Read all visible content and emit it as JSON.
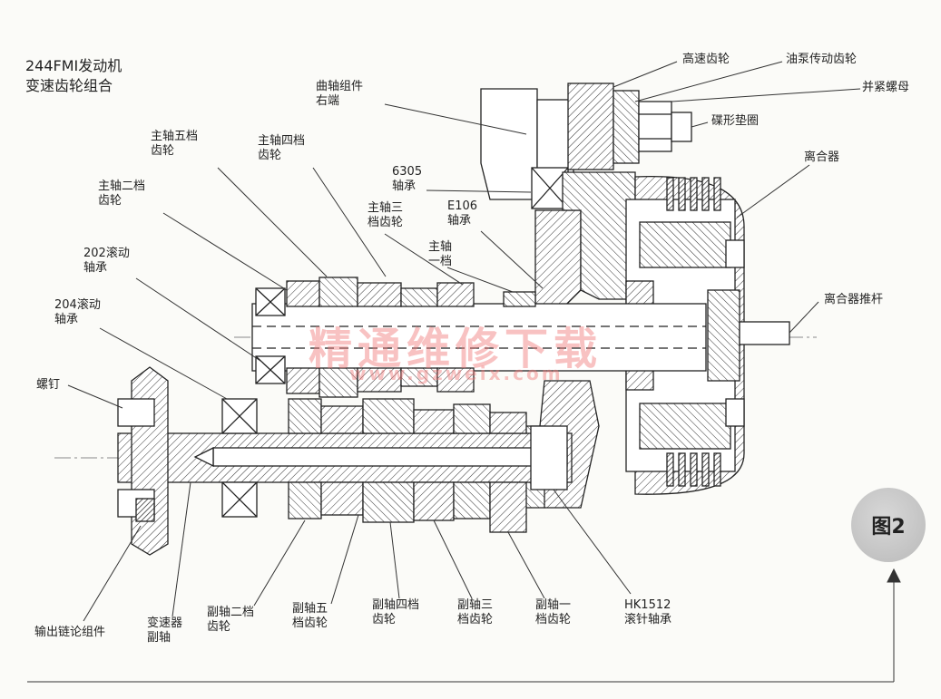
{
  "title": [
    "244FMI发动机",
    "变速齿轮组合"
  ],
  "figure_badge": "图2",
  "watermark": {
    "main": "精通维修下载",
    "url": "www.gzweix.com"
  },
  "labels": [
    {
      "id": "crank-right",
      "lines": [
        "曲轴组件",
        "右端"
      ]
    },
    {
      "id": "high-speed-gear",
      "lines": [
        "高速齿轮"
      ]
    },
    {
      "id": "oil-pump-gear",
      "lines": [
        "油泵传动齿轮"
      ]
    },
    {
      "id": "lock-nut",
      "lines": [
        "并紧螺母"
      ]
    },
    {
      "id": "disc-washer",
      "lines": [
        "碟形垫圈"
      ]
    },
    {
      "id": "clutch",
      "lines": [
        "离合器"
      ]
    },
    {
      "id": "main-5th",
      "lines": [
        "主轴五档",
        "齿轮"
      ]
    },
    {
      "id": "main-4th",
      "lines": [
        "主轴四档",
        "齿轮"
      ]
    },
    {
      "id": "main-2nd",
      "lines": [
        "主轴二档",
        "齿轮"
      ]
    },
    {
      "id": "bearing-6305",
      "lines": [
        "6305",
        "轴承"
      ]
    },
    {
      "id": "main-3rd",
      "lines": [
        "主轴三",
        "档齿轮"
      ]
    },
    {
      "id": "bearing-e106",
      "lines": [
        "E106",
        "轴承"
      ]
    },
    {
      "id": "main-1st",
      "lines": [
        "主轴",
        "一档"
      ]
    },
    {
      "id": "bearing-202",
      "lines": [
        "202滚动",
        "轴承"
      ]
    },
    {
      "id": "bearing-204",
      "lines": [
        "204滚动",
        "轴承"
      ]
    },
    {
      "id": "clutch-pushrod",
      "lines": [
        "离合器推杆"
      ]
    },
    {
      "id": "screw",
      "lines": [
        "螺钉"
      ]
    },
    {
      "id": "output-sprocket",
      "lines": [
        "输出链论组件"
      ]
    },
    {
      "id": "countershaft",
      "lines": [
        "变速器",
        "副轴"
      ]
    },
    {
      "id": "counter-2nd",
      "lines": [
        "副轴二档",
        "齿轮"
      ]
    },
    {
      "id": "counter-5th",
      "lines": [
        "副轴五",
        "档齿轮"
      ]
    },
    {
      "id": "counter-4th",
      "lines": [
        "副轴四档",
        "齿轮"
      ]
    },
    {
      "id": "counter-3rd",
      "lines": [
        "副轴三",
        "档齿轮"
      ]
    },
    {
      "id": "counter-1st",
      "lines": [
        "副轴一",
        "档齿轮"
      ]
    },
    {
      "id": "needle-hk1512",
      "lines": [
        "HK1512",
        "滚针轴承"
      ]
    }
  ]
}
